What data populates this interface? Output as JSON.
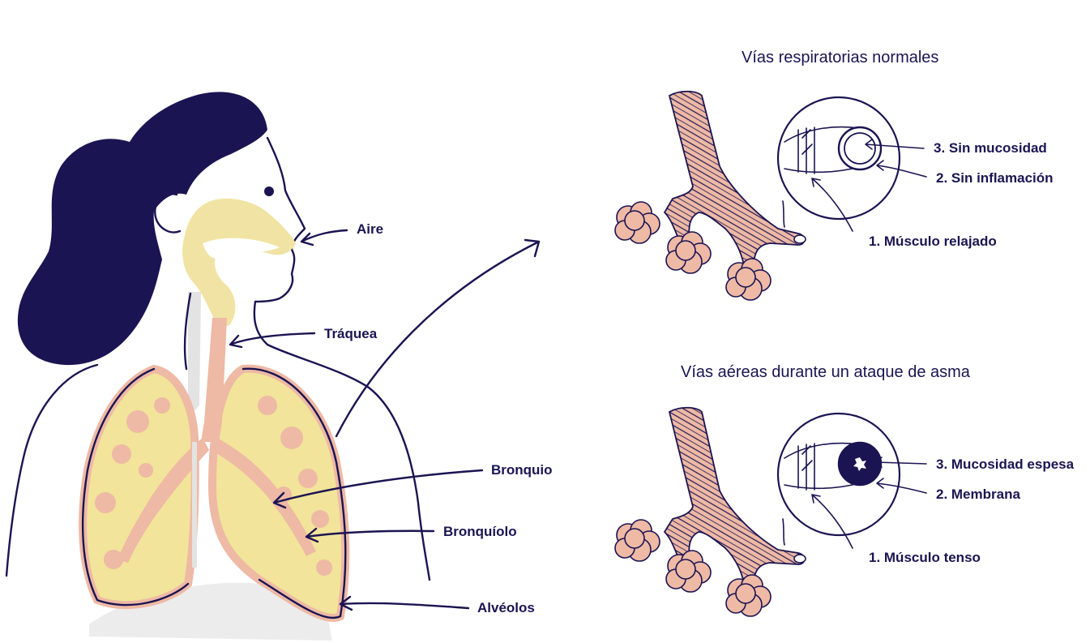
{
  "colors": {
    "ink": "#1b1452",
    "hair": "#1b1452",
    "airway_yellow": "#f1e3a3",
    "lung_pink": "#eeb9a5",
    "lung_yellow": "#f2e49a",
    "shadow_gray": "#e3e3e3",
    "mucus": "#1b1452"
  },
  "left_figure": {
    "labels": {
      "aire": "Aire",
      "traquea": "Tráquea",
      "bronquio": "Bronquio",
      "bronquiolo": "Bronquíolo",
      "alveolos": "Alvéolos"
    }
  },
  "normal_airways": {
    "title": "Vías respiratorias normales",
    "labels": {
      "item3": "3. Sin mucosidad",
      "item2": "2. Sin inflamación",
      "item1": "1. Músculo relajado"
    }
  },
  "asthma_airways": {
    "title": "Vías aéreas durante un ataque de asma",
    "labels": {
      "item3": "3. Mucosidad espesa",
      "item2": "2. Membrana",
      "item1": "1. Músculo tenso"
    }
  }
}
